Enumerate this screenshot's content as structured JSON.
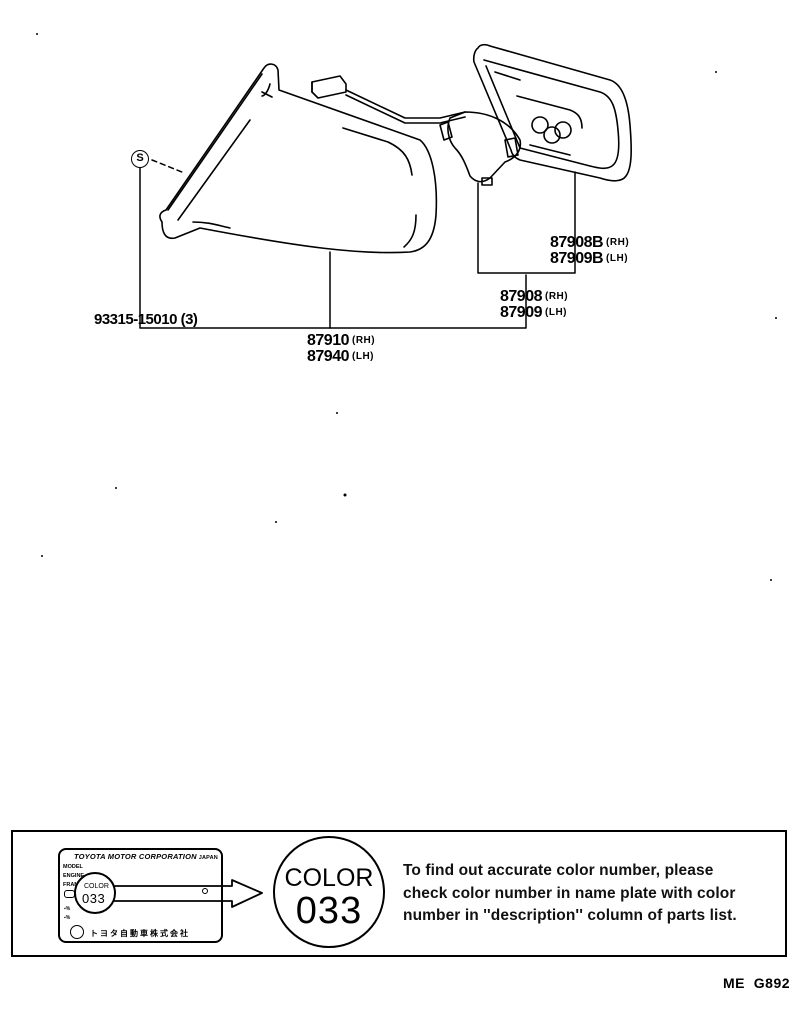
{
  "diagram": {
    "type": "parts-illustration",
    "subject": "Outside rear view mirror assembly",
    "parts": [
      {
        "part_no": "87910",
        "side": "(RH)",
        "alt_part_no": "87940",
        "alt_side": "(LH)",
        "description": "mirror assembly"
      },
      {
        "part_no": "87908",
        "side": "(RH)",
        "alt_part_no": "87909",
        "alt_side": "(LH)",
        "description": "mirror sub-assembly"
      },
      {
        "part_no": "87908B",
        "side": "(RH)",
        "alt_part_no": "87909B",
        "alt_side": "(LH)",
        "description": "mirror glass/plate"
      },
      {
        "part_no": "93315-15010",
        "qty": "(3)",
        "symbol": "S",
        "description": "screw"
      }
    ],
    "labels": {
      "screw": "93315-15010 (3)",
      "screw_symbol": "S",
      "mirror_rh": "87910",
      "mirror_rh_side": "(RH)",
      "mirror_lh": "87940",
      "mirror_lh_side": "(LH)",
      "sub_rh": "87908",
      "sub_rh_side": "(RH)",
      "sub_lh": "87909",
      "sub_lh_side": "(LH)",
      "glass_rh": "87908B",
      "glass_rh_side": "(RH)",
      "glass_lh": "87909B",
      "glass_lh_side": "(LH)"
    }
  },
  "color_note": {
    "nameplate": {
      "title": "TOYOTA MOTOR CORPORATION",
      "country": "JAPAN",
      "rows": [
        "MODEL",
        "ENGINE",
        "FRAME"
      ],
      "color_label": "COLOR",
      "color_code": "033",
      "footer_jp": "トヨタ自動車株式会社"
    },
    "magnified": {
      "label": "COLOR",
      "code": "033"
    },
    "instruction_lines": [
      "To find out accurate color number, please",
      "check color number in name plate with color",
      "number in ''description'' column of parts list."
    ]
  },
  "page_ref": "ME  G892"
}
